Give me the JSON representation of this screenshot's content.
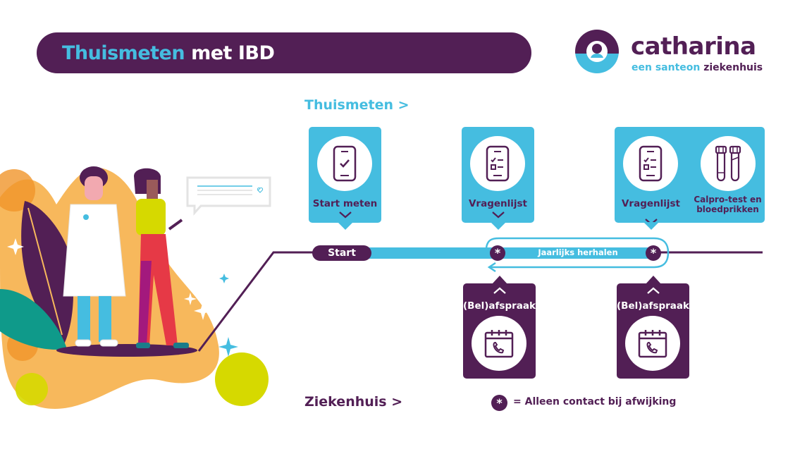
{
  "header": {
    "title_accent": "Thuismeten",
    "title_rest": "met IBD"
  },
  "logo": {
    "name": "catharina",
    "sub_blue": "een santeon",
    "sub_purple": "ziekenhuis"
  },
  "sections": {
    "home": "Thuismeten >",
    "hospital": "Ziekenhuis >"
  },
  "home_steps": [
    {
      "label": "Start meten",
      "icon": "phone-check-icon"
    },
    {
      "label": "Vragenlijst",
      "icon": "phone-checklist-icon"
    },
    {
      "label": "Vragenlijst",
      "icon": "phone-checklist-icon"
    },
    {
      "label": "Calpro-test en bloedprikken",
      "label_line1": "Calpro-test en",
      "label_line2": "bloedprikken",
      "icon": "test-tubes-icon"
    }
  ],
  "hospital_steps": [
    {
      "label": "(Bel)afspraak",
      "icon": "calendar-phone-icon"
    },
    {
      "label": "(Bel)afspraak",
      "icon": "calendar-phone-icon"
    }
  ],
  "timeline": {
    "start_label": "Start",
    "repeat_label": "Jaarlijks herhalen",
    "marker_symbol": "*"
  },
  "legend": {
    "symbol": "*",
    "text": "= Alleen contact bij afwijking"
  },
  "colors": {
    "purple": "#521f55",
    "blue": "#45bde0",
    "orange": "#f7b85c",
    "lime": "#d6d900",
    "teal": "#0f9a8a",
    "red": "#e63946",
    "magenta": "#a3197d"
  }
}
